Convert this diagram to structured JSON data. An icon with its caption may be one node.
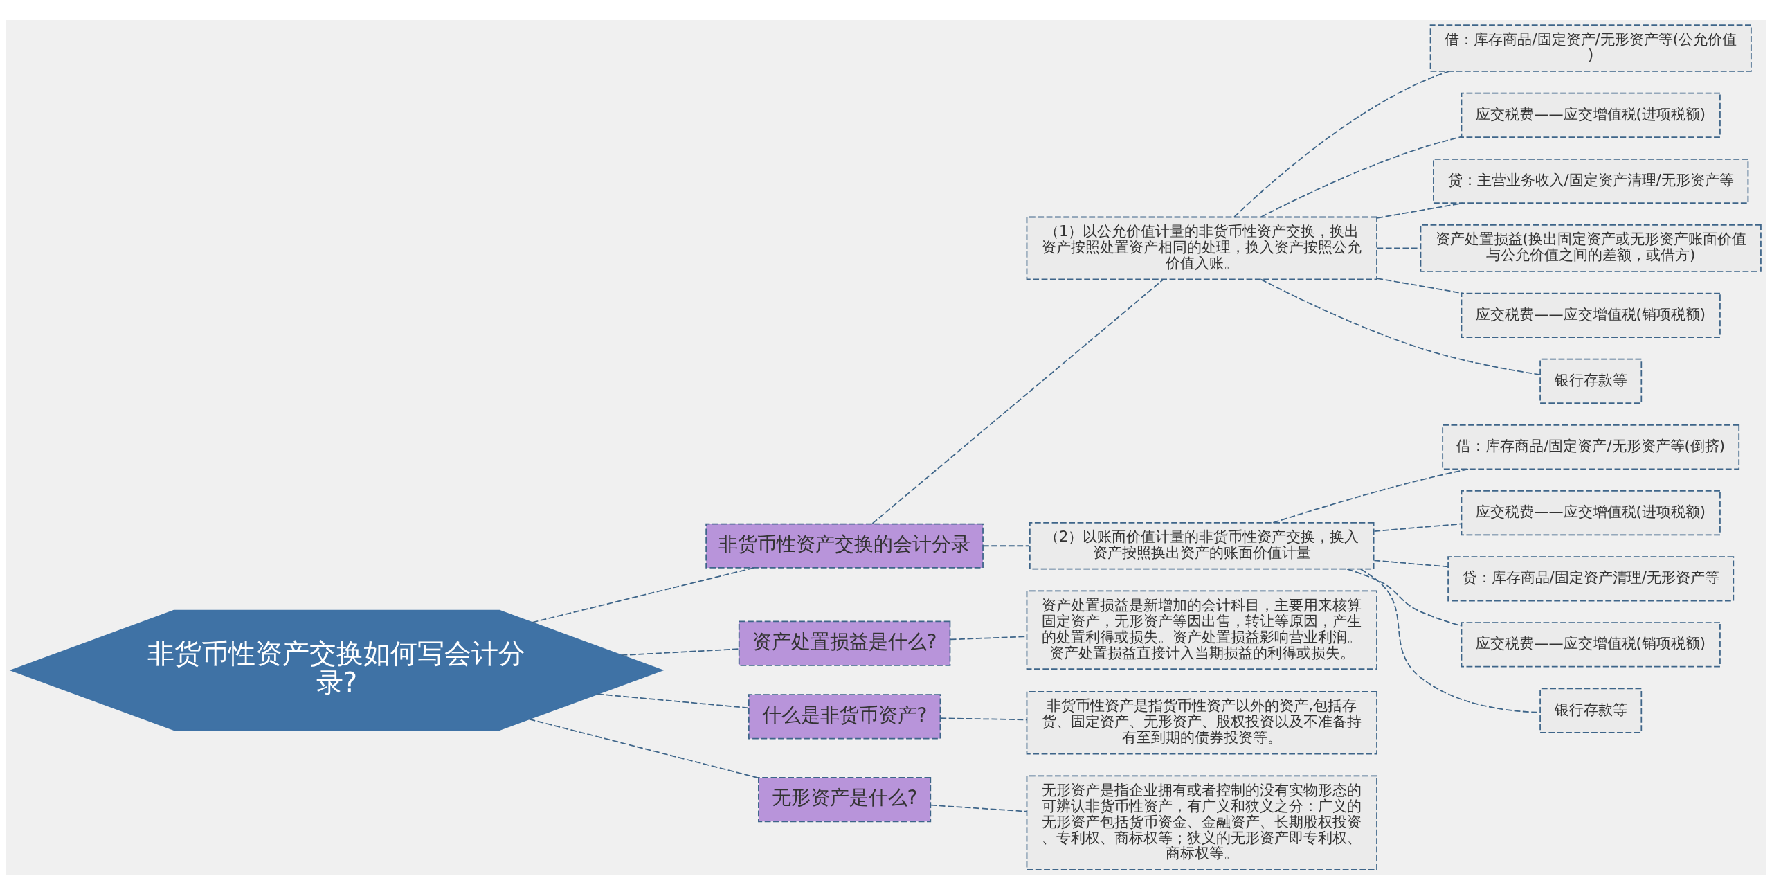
{
  "diagram": {
    "nodes": [
      {
        "text": [
          "非货币性资产交换如何写会计分录?"
        ]
      },
      {
        "text": [
          "非货币性资产交换的会计分录"
        ]
      },
      {
        "text": [
          "（1）以公允价值计量的非货币性资产交换，换出资产按照处置资产相同的处理，换入资产按照公允价值入账。"
        ]
      },
      {
        "text": [
          "借：库存商品/固定资产/无形资产等(公允价值)"
        ]
      },
      {
        "text": [
          "应交税费——应交增值税(进项税额)"
        ]
      },
      {
        "text": [
          "贷：主营业务收入/固定资产清理/无形资产等"
        ]
      },
      {
        "text": [
          "资产处置损益(换出固定资产或无形资产账面价值与公允价值之间的差额，或借方)"
        ]
      },
      {
        "text": [
          "应交税费——应交增值税(销项税额)"
        ]
      },
      {
        "text": [
          "银行存款等"
        ]
      },
      {
        "text": [
          "（2）以账面价值计量的非货币性资产交换，换入资产按照换出资产的账面价值计量"
        ]
      },
      {
        "text": [
          "借：库存商品/固定资产/无形资产等(倒挤)"
        ]
      },
      {
        "text": [
          "应交税费——应交增值税(进项税额)"
        ]
      },
      {
        "text": [
          "贷：库存商品/固定资产清理/无形资产等"
        ]
      },
      {
        "text": [
          "应交税费——应交增值税(销项税额)"
        ]
      },
      {
        "text": [
          "银行存款等"
        ]
      },
      {
        "text": [
          "资产处置损益是什么?"
        ]
      },
      {
        "text": [
          "资产处置损益是新增加的会计科目，主要用来核算固定资产，无形资产等因出售，转让等原因，产生的处置利得或损失。资产处置损益影响营业利润。资产处置损益直接计入当期损益的利得或损失。"
        ]
      },
      {
        "text": [
          "什么是非货币资产?"
        ]
      },
      {
        "text": [
          "非货币性资产是指货币性资产以外的资产,包括存货、固定资产、无形资产、股权投资以及不准备持有至到期的债券投资等。"
        ]
      },
      {
        "text": [
          "无形资产是什么?"
        ]
      },
      {
        "text": [
          "无形资产是指企业拥有或者控制的没有实物形态的可辨认非货币性资产，有广义和狭义之分：广义的无形资产包括货币资金、金融资产、长期股权投资、专利权、商标权等；狭义的无形资产即专利权、商标权等。"
        ]
      }
    ],
    "edges": [
      {
        "from": 0,
        "to": 1,
        "arrow": "none",
        "style": "dashed"
      },
      {
        "from": 1,
        "to": 2,
        "arrow": "none",
        "style": "dashed"
      },
      {
        "from": 2,
        "to": 3,
        "arrow": "none",
        "style": "dashed"
      },
      {
        "from": 2,
        "to": 4,
        "arrow": "none",
        "style": "dashed"
      },
      {
        "from": 2,
        "to": 5,
        "arrow": "none",
        "style": "dashed"
      },
      {
        "from": 2,
        "to": 6,
        "arrow": "none",
        "style": "dashed"
      },
      {
        "from": 2,
        "to": 7,
        "arrow": "none",
        "style": "dashed"
      },
      {
        "from": 2,
        "to": 8,
        "arrow": "none",
        "style": "dashed"
      },
      {
        "from": 1,
        "to": 9,
        "arrow": "none",
        "style": "dashed"
      },
      {
        "from": 9,
        "to": 10,
        "arrow": "none",
        "style": "dashed"
      },
      {
        "from": 9,
        "to": 11,
        "arrow": "none",
        "style": "dashed"
      },
      {
        "from": 9,
        "to": 12,
        "arrow": "none",
        "style": "dashed"
      },
      {
        "from": 9,
        "to": 13,
        "arrow": "none",
        "style": "dashed"
      },
      {
        "from": 9,
        "to": 14,
        "arrow": "none",
        "style": "dashed"
      },
      {
        "from": 0,
        "to": 15,
        "arrow": "none",
        "style": "dashed"
      },
      {
        "from": 15,
        "to": 16,
        "arrow": "none",
        "style": "dashed"
      },
      {
        "from": 0,
        "to": 17,
        "arrow": "none",
        "style": "dashed"
      },
      {
        "from": 17,
        "to": 18,
        "arrow": "none",
        "style": "dashed"
      },
      {
        "from": 0,
        "to": 19,
        "arrow": "none",
        "style": "dashed"
      },
      {
        "from": 19,
        "to": 20,
        "arrow": "none",
        "style": "dashed"
      }
    ]
  }
}
